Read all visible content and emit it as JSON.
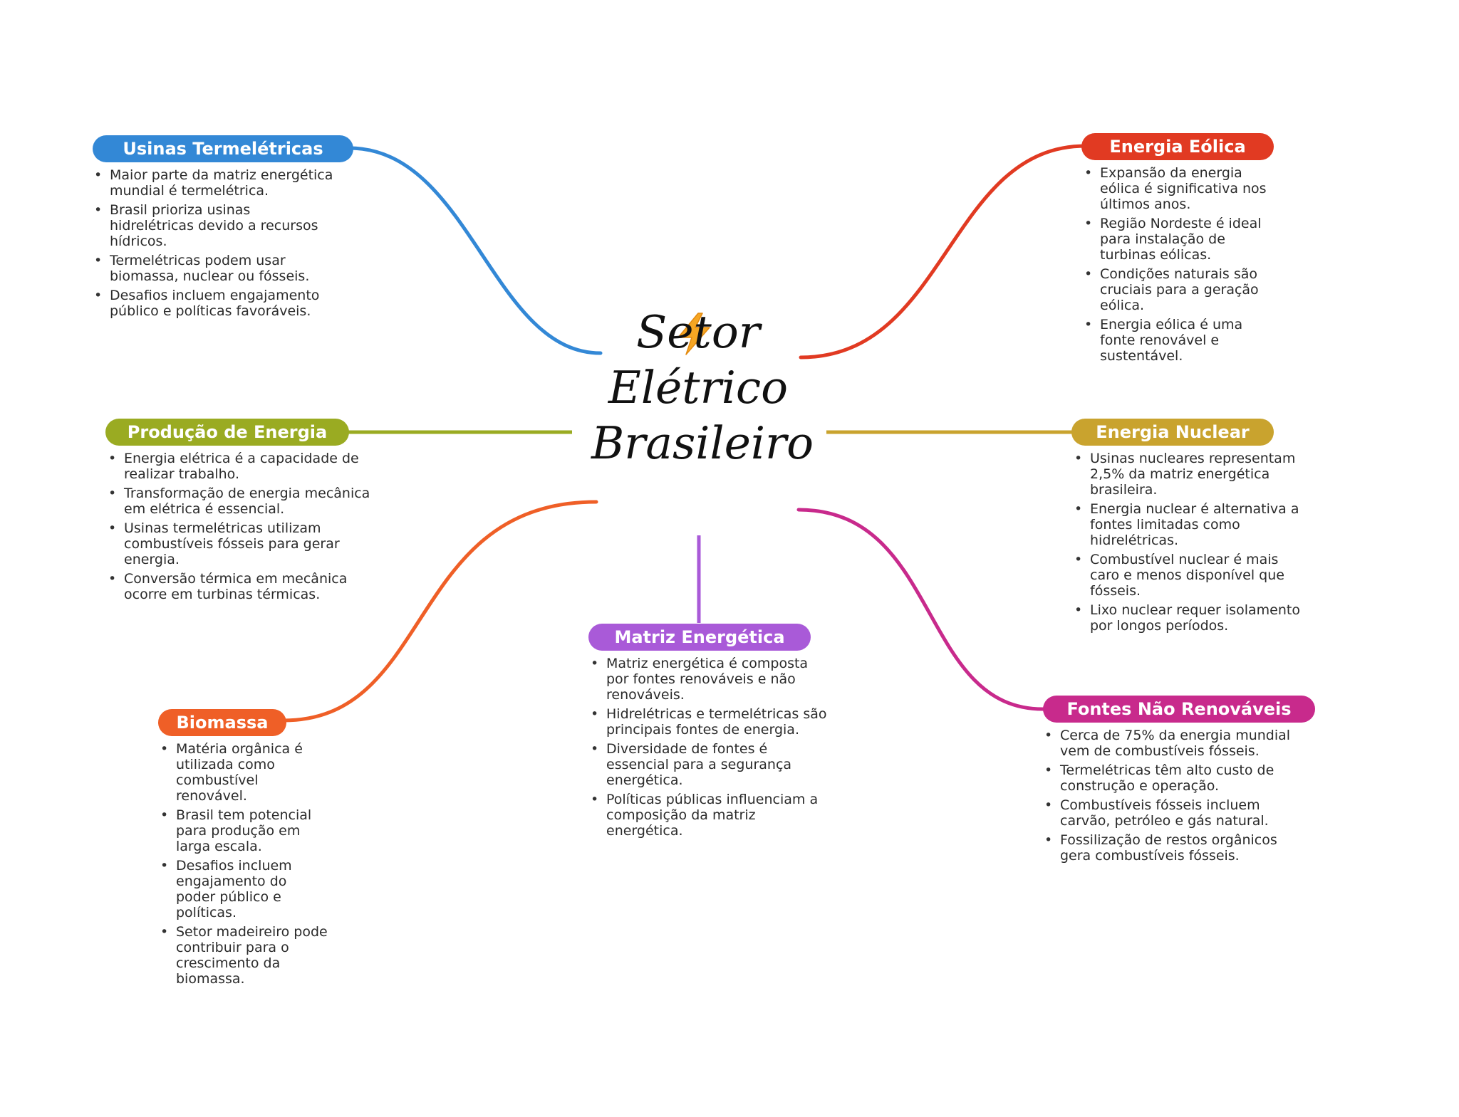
{
  "center": {
    "icon": "lightning-bolt-icon",
    "title_lines": [
      "Setor",
      "Elétrico",
      "Brasileiro"
    ]
  },
  "branches": {
    "termo": {
      "title": "Usinas Termelétricas",
      "color": "#3388d6",
      "items": [
        "Maior parte da matriz energética mundial é termelétrica.",
        "Brasil prioriza usinas hidrelétricas devido a recursos hídricos.",
        "Termelétricas podem usar biomassa, nuclear ou fósseis.",
        "Desafios incluem engajamento público e políticas favoráveis."
      ]
    },
    "producao": {
      "title": "Produção de Energia",
      "color": "#9aab22",
      "items": [
        "Energia elétrica é a capacidade de realizar trabalho.",
        "Transformação de energia mecânica em elétrica é essencial.",
        "Usinas termelétricas utilizam combustíveis fósseis para gerar energia.",
        "Conversão térmica em mecânica ocorre em turbinas térmicas."
      ]
    },
    "biomassa": {
      "title": "Biomassa",
      "color": "#ef5f27",
      "items": [
        "Matéria orgânica é utilizada como combustível renovável.",
        "Brasil tem potencial para produção em larga escala.",
        "Desafios incluem engajamento do poder público e políticas.",
        "Setor madeireiro pode contribuir para o crescimento da biomassa."
      ]
    },
    "matriz": {
      "title": "Matriz Energética",
      "color": "#a95ad8",
      "items": [
        "Matriz energética é composta por fontes renováveis e não renováveis.",
        "Hidrelétricas e termelétricas são principais fontes de energia.",
        "Diversidade de fontes é essencial para a segurança energética.",
        "Políticas públicas influenciam a composição da matriz energética."
      ]
    },
    "eolica": {
      "title": "Energia Eólica",
      "color": "#e13a22",
      "items": [
        "Expansão da energia eólica é significativa nos últimos anos.",
        "Região Nordeste é ideal para instalação de turbinas eólicas.",
        "Condições naturais são cruciais para a geração eólica.",
        "Energia eólica é uma fonte renovável e sustentável."
      ]
    },
    "nuclear": {
      "title": "Energia Nuclear",
      "color": "#c9a32e",
      "items": [
        "Usinas nucleares representam 2,5% da matriz energética brasileira.",
        "Energia nuclear é alternativa a fontes limitadas como hidrelétricas.",
        "Combustível nuclear é mais caro e menos disponível que fósseis.",
        "Lixo nuclear requer isolamento por longos períodos."
      ]
    },
    "naorenov": {
      "title": "Fontes Não Renováveis",
      "color": "#c82a8c",
      "items": [
        "Cerca de 75% da energia mundial vem de combustíveis fósseis.",
        "Termelétricas têm alto custo de construção e operação.",
        "Combustíveis fósseis incluem carvão, petróleo e gás natural.",
        "Fossilização de restos orgânicos gera combustíveis fósseis."
      ]
    }
  }
}
